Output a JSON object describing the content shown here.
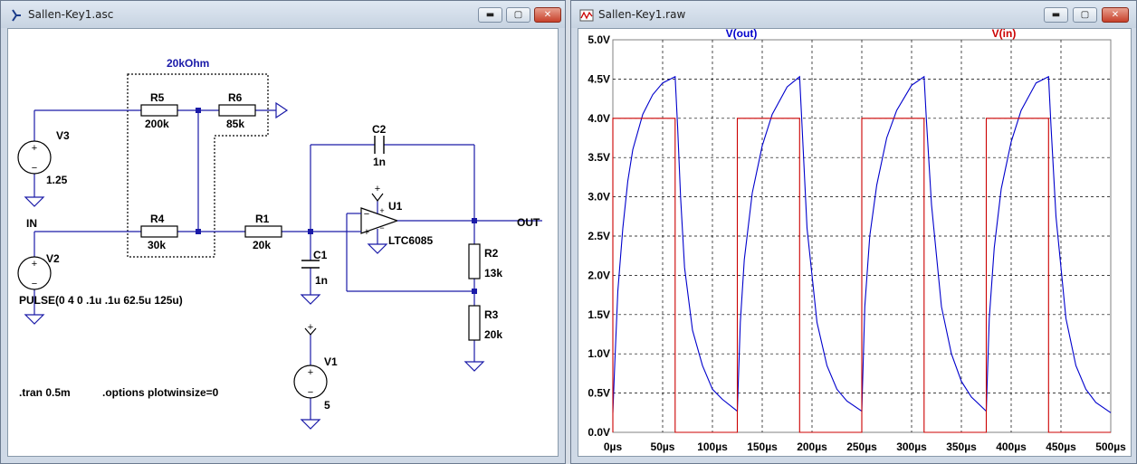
{
  "schematic_window": {
    "title": "Sallen-Key1.asc",
    "buttons": {
      "minimize": "▬",
      "maximize": "▢",
      "close": "✕"
    },
    "labels": {
      "group_label": "20kOhm",
      "v3_name": "V3",
      "v3_value": "1.25",
      "v2_name": "V2",
      "v2_value": "PULSE(0 4 0 .1u .1u 62.5u 125u)",
      "v1_name": "V1",
      "v1_value": "5",
      "r5_name": "R5",
      "r5_value": "200k",
      "r6_name": "R6",
      "r6_value": "85k",
      "r4_name": "R4",
      "r4_value": "30k",
      "r1_name": "R1",
      "r1_value": "20k",
      "c1_name": "C1",
      "c1_value": "1n",
      "c2_name": "C2",
      "c2_value": "1n",
      "r2_name": "R2",
      "r2_value": "13k",
      "r3_name": "R3",
      "r3_value": "20k",
      "u1_name": "U1",
      "u1_value": "LTC6085",
      "in_label": "IN",
      "out_label": "OUT",
      "tran_directive": ".tran 0.5m",
      "options_directive": ".options plotwinsize=0",
      "minus": "−",
      "plus": "+"
    }
  },
  "waveform_window": {
    "title": "Sallen-Key1.raw",
    "buttons": {
      "minimize": "▬",
      "maximize": "▢",
      "close": "✕"
    }
  },
  "chart_data": {
    "type": "line",
    "x_ticks": [
      "0µs",
      "50µs",
      "100µs",
      "150µs",
      "200µs",
      "250µs",
      "300µs",
      "350µs",
      "400µs",
      "450µs",
      "500µs"
    ],
    "y_ticks": [
      "0.0V",
      "0.5V",
      "1.0V",
      "1.5V",
      "2.0V",
      "2.5V",
      "3.0V",
      "3.5V",
      "4.0V",
      "4.5V",
      "5.0V"
    ],
    "xlim": [
      0,
      500
    ],
    "ylim": [
      0,
      5
    ],
    "grid": true,
    "series": [
      {
        "name": "V(out)",
        "color": "#0000cc",
        "x": [
          0,
          2,
          5,
          10,
          15,
          20,
          30,
          40,
          50,
          62.5,
          65,
          68,
          72,
          80,
          90,
          100,
          110,
          125,
          128,
          132,
          140,
          150,
          160,
          175,
          187.5,
          190,
          195,
          205,
          215,
          225,
          235,
          250,
          253,
          258,
          265,
          275,
          285,
          300,
          312.5,
          315,
          320,
          330,
          340,
          350,
          360,
          375,
          378,
          383,
          390,
          400,
          410,
          425,
          437.5,
          440,
          445,
          455,
          465,
          475,
          485,
          500
        ],
        "y": [
          0.25,
          0.9,
          1.8,
          2.6,
          3.2,
          3.6,
          4.05,
          4.3,
          4.45,
          4.53,
          3.9,
          3.0,
          2.1,
          1.3,
          0.85,
          0.55,
          0.42,
          0.27,
          1.4,
          2.2,
          3.05,
          3.65,
          4.05,
          4.4,
          4.53,
          3.9,
          2.6,
          1.4,
          0.85,
          0.55,
          0.4,
          0.27,
          1.6,
          2.5,
          3.15,
          3.75,
          4.1,
          4.42,
          4.53,
          3.95,
          2.9,
          1.6,
          1.0,
          0.65,
          0.45,
          0.27,
          1.45,
          2.35,
          3.1,
          3.7,
          4.1,
          4.45,
          4.53,
          3.9,
          2.75,
          1.45,
          0.85,
          0.55,
          0.38,
          0.25
        ]
      },
      {
        "name": "V(in)",
        "color": "#cc0000",
        "x": [
          0,
          0,
          62.5,
          62.5,
          125,
          125,
          187.5,
          187.5,
          250,
          250,
          312.5,
          312.5,
          375,
          375,
          437.5,
          437.5,
          500
        ],
        "y": [
          0,
          4,
          4,
          0,
          0,
          4,
          4,
          0,
          0,
          4,
          4,
          0,
          0,
          4,
          4,
          0,
          0
        ]
      }
    ]
  }
}
